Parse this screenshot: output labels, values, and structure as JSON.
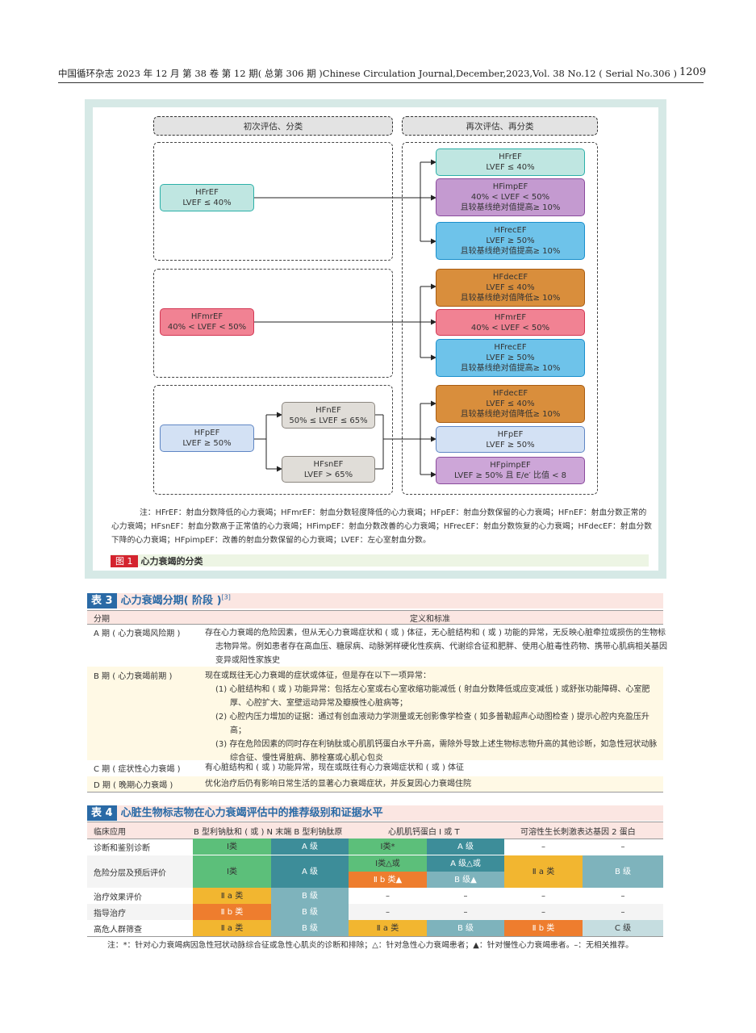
{
  "header": {
    "journal": "中国循环杂志 2023 年 12 月 第 38 卷 第 12 期( 总第 306 期 )Chinese Circulation Journal,December,2023,Vol. 38 No.12 ( Serial No.306 )",
    "page_number": "1209"
  },
  "figure": {
    "initial_header": "初次评估、分类",
    "re_header": "再次评估、再分类",
    "left_boxes": {
      "hfref": [
        "HFrEF",
        "LVEF ≤ 40%"
      ],
      "hfmref": [
        "HFmrEF",
        "40% < LVEF < 50%"
      ],
      "hfpef": [
        "HFpEF",
        "LVEF ≥ 50%"
      ],
      "hfnef": [
        "HFnEF",
        "50% ≤ LVEF ≤ 65%"
      ],
      "hfsnef": [
        "HFsnEF",
        "LVEF > 65%"
      ]
    },
    "right_boxes": {
      "g1_hfref": [
        "HFrEF",
        "LVEF ≤ 40%"
      ],
      "g1_hfimpef": [
        "HFimpEF",
        "40% < LVEF < 50%",
        "且较基线绝对值提高≥ 10%"
      ],
      "g1_hfrecef": [
        "HFrecEF",
        "LVEF ≥ 50%",
        "且较基线绝对值提高≥ 10%"
      ],
      "g2_hfdecef": [
        "HFdecEF",
        "LVEF ≤ 40%",
        "且较基线绝对值降低≥ 10%"
      ],
      "g2_hfmref": [
        "HFmrEF",
        "40% < LVEF < 50%"
      ],
      "g2_hfrecef": [
        "HFrecEF",
        "LVEF ≥ 50%",
        "且较基线绝对值提高≥ 10%"
      ],
      "g3_hfdecef": [
        "HFdecEF",
        "LVEF ≤ 40%",
        "且较基线绝对值降低≥ 10%"
      ],
      "g3_hfpef": [
        "HFpEF",
        "LVEF ≥ 50%"
      ],
      "g3_hfpimpef": [
        "HFpimpEF",
        "LVEF ≥ 50% 且 E/e′ 比值 < 8"
      ]
    },
    "note": "注：HFrEF：射血分数降低的心力衰竭；HFmrEF：射血分数轻度降低的心力衰竭；HFpEF：射血分数保留的心力衰竭；HFnEF：射血分数正常的心力衰竭；HFsnEF：射血分数高于正常值的心力衰竭；HFimpEF：射血分数改善的心力衰竭；HFrecEF：射血分数恢复的心力衰竭；HFdecEF：射血分数下降的心力衰竭；HFpimpEF：改善的射血分数保留的心力衰竭；LVEF：左心室射血分数。",
    "caption_tag": "图 1",
    "caption": "心力衰竭的分类"
  },
  "table3": {
    "tag": "表 3",
    "title": "心力衰竭分期( 阶段 )",
    "ref": "[3]",
    "col1": "分期",
    "col2": "定义和标准",
    "rows": [
      {
        "stage": "A 期 ( 心力衰竭风险期 )",
        "def": "存在心力衰竭的危险因素，但从无心力衰竭症状和 ( 或 ) 体征，无心脏结构和 ( 或 ) 功能的异常，无反映心脏牵拉或损伤的生物标志物异常。例如患者存在高血压、糖尿病、动脉粥样硬化性疾病、代谢综合征和肥胖、使用心脏毒性药物、携带心肌病相关基因变异或阳性家族史"
      },
      {
        "stage": "B 期 ( 心力衰竭前期 )",
        "def": "现在或既往无心力衰竭的症状或体征，但是存在以下一项异常：",
        "items": [
          "(1) 心脏结构和 ( 或 ) 功能异常：包括左心室或右心室收缩功能减低 ( 射血分数降低或应变减低 ) 或舒张功能障碍、心室肥厚、心腔扩大、室壁运动异常及瓣膜性心脏病等；",
          "(2) 心腔内压力增加的证据：通过有创血液动力学测量或无创影像学检查 ( 如多普勒超声心动图检查 ) 提示心腔内充盈压升高；",
          "(3) 存在危险因素的同时存在利钠肽或心肌肌钙蛋白水平升高，需除外导致上述生物标志物升高的其他诊断，如急性冠状动脉综合征、慢性肾脏病、肺栓塞或心肌心包炎"
        ]
      },
      {
        "stage": "C 期 ( 症状性心力衰竭 )",
        "def": "有心脏结构和 ( 或 ) 功能异常，现在或既往有心力衰竭症状和 ( 或 ) 体征"
      },
      {
        "stage": "D 期 ( 晚期心力衰竭 )",
        "def": "优化治疗后仍有影响日常生活的显著心力衰竭症状，并反复因心力衰竭住院"
      }
    ]
  },
  "table4": {
    "tag": "表 4",
    "title": "心脏生物标志物在心力衰竭评估中的推荐级别和证据水平",
    "headers": [
      "临床应用",
      "B 型利钠肽和 ( 或 ) N 末端 B 型利钠肽原",
      "心肌肌钙蛋白 I 或 T",
      "可溶性生长刺激表达基因 2 蛋白"
    ],
    "rows": [
      {
        "label": "诊断和鉴别诊断",
        "cells": [
          "Ⅰ类",
          "A 级",
          "Ⅰ类*",
          "A 级",
          "–",
          "–"
        ]
      },
      {
        "label": "危险分层及预后评价",
        "cells": [
          "Ⅰ类",
          "A 级",
          "Ⅰ类△或",
          "A 级△或",
          "Ⅱ a 类",
          "B 级"
        ],
        "extra": [
          "Ⅱ b 类▲",
          "B 级▲"
        ]
      },
      {
        "label": "治疗效果评价",
        "cells": [
          "Ⅱ a 类",
          "B 级",
          "–",
          "–",
          "–",
          "–"
        ]
      },
      {
        "label": "指导治疗",
        "cells": [
          "Ⅱ b 类",
          "B 级",
          "–",
          "–",
          "–",
          "–"
        ]
      },
      {
        "label": "高危人群筛查",
        "cells": [
          "Ⅱ a 类",
          "B 级",
          "Ⅱ a 类",
          "B 级",
          "Ⅱ b 类",
          "C 级"
        ]
      }
    ],
    "note": "注：*：针对心力衰竭病因急性冠状动脉综合征或急性心肌炎的诊断和排除；△：针对急性心力衰竭患者；▲：针对慢性心力衰竭患者。–：无相关推荐。"
  }
}
